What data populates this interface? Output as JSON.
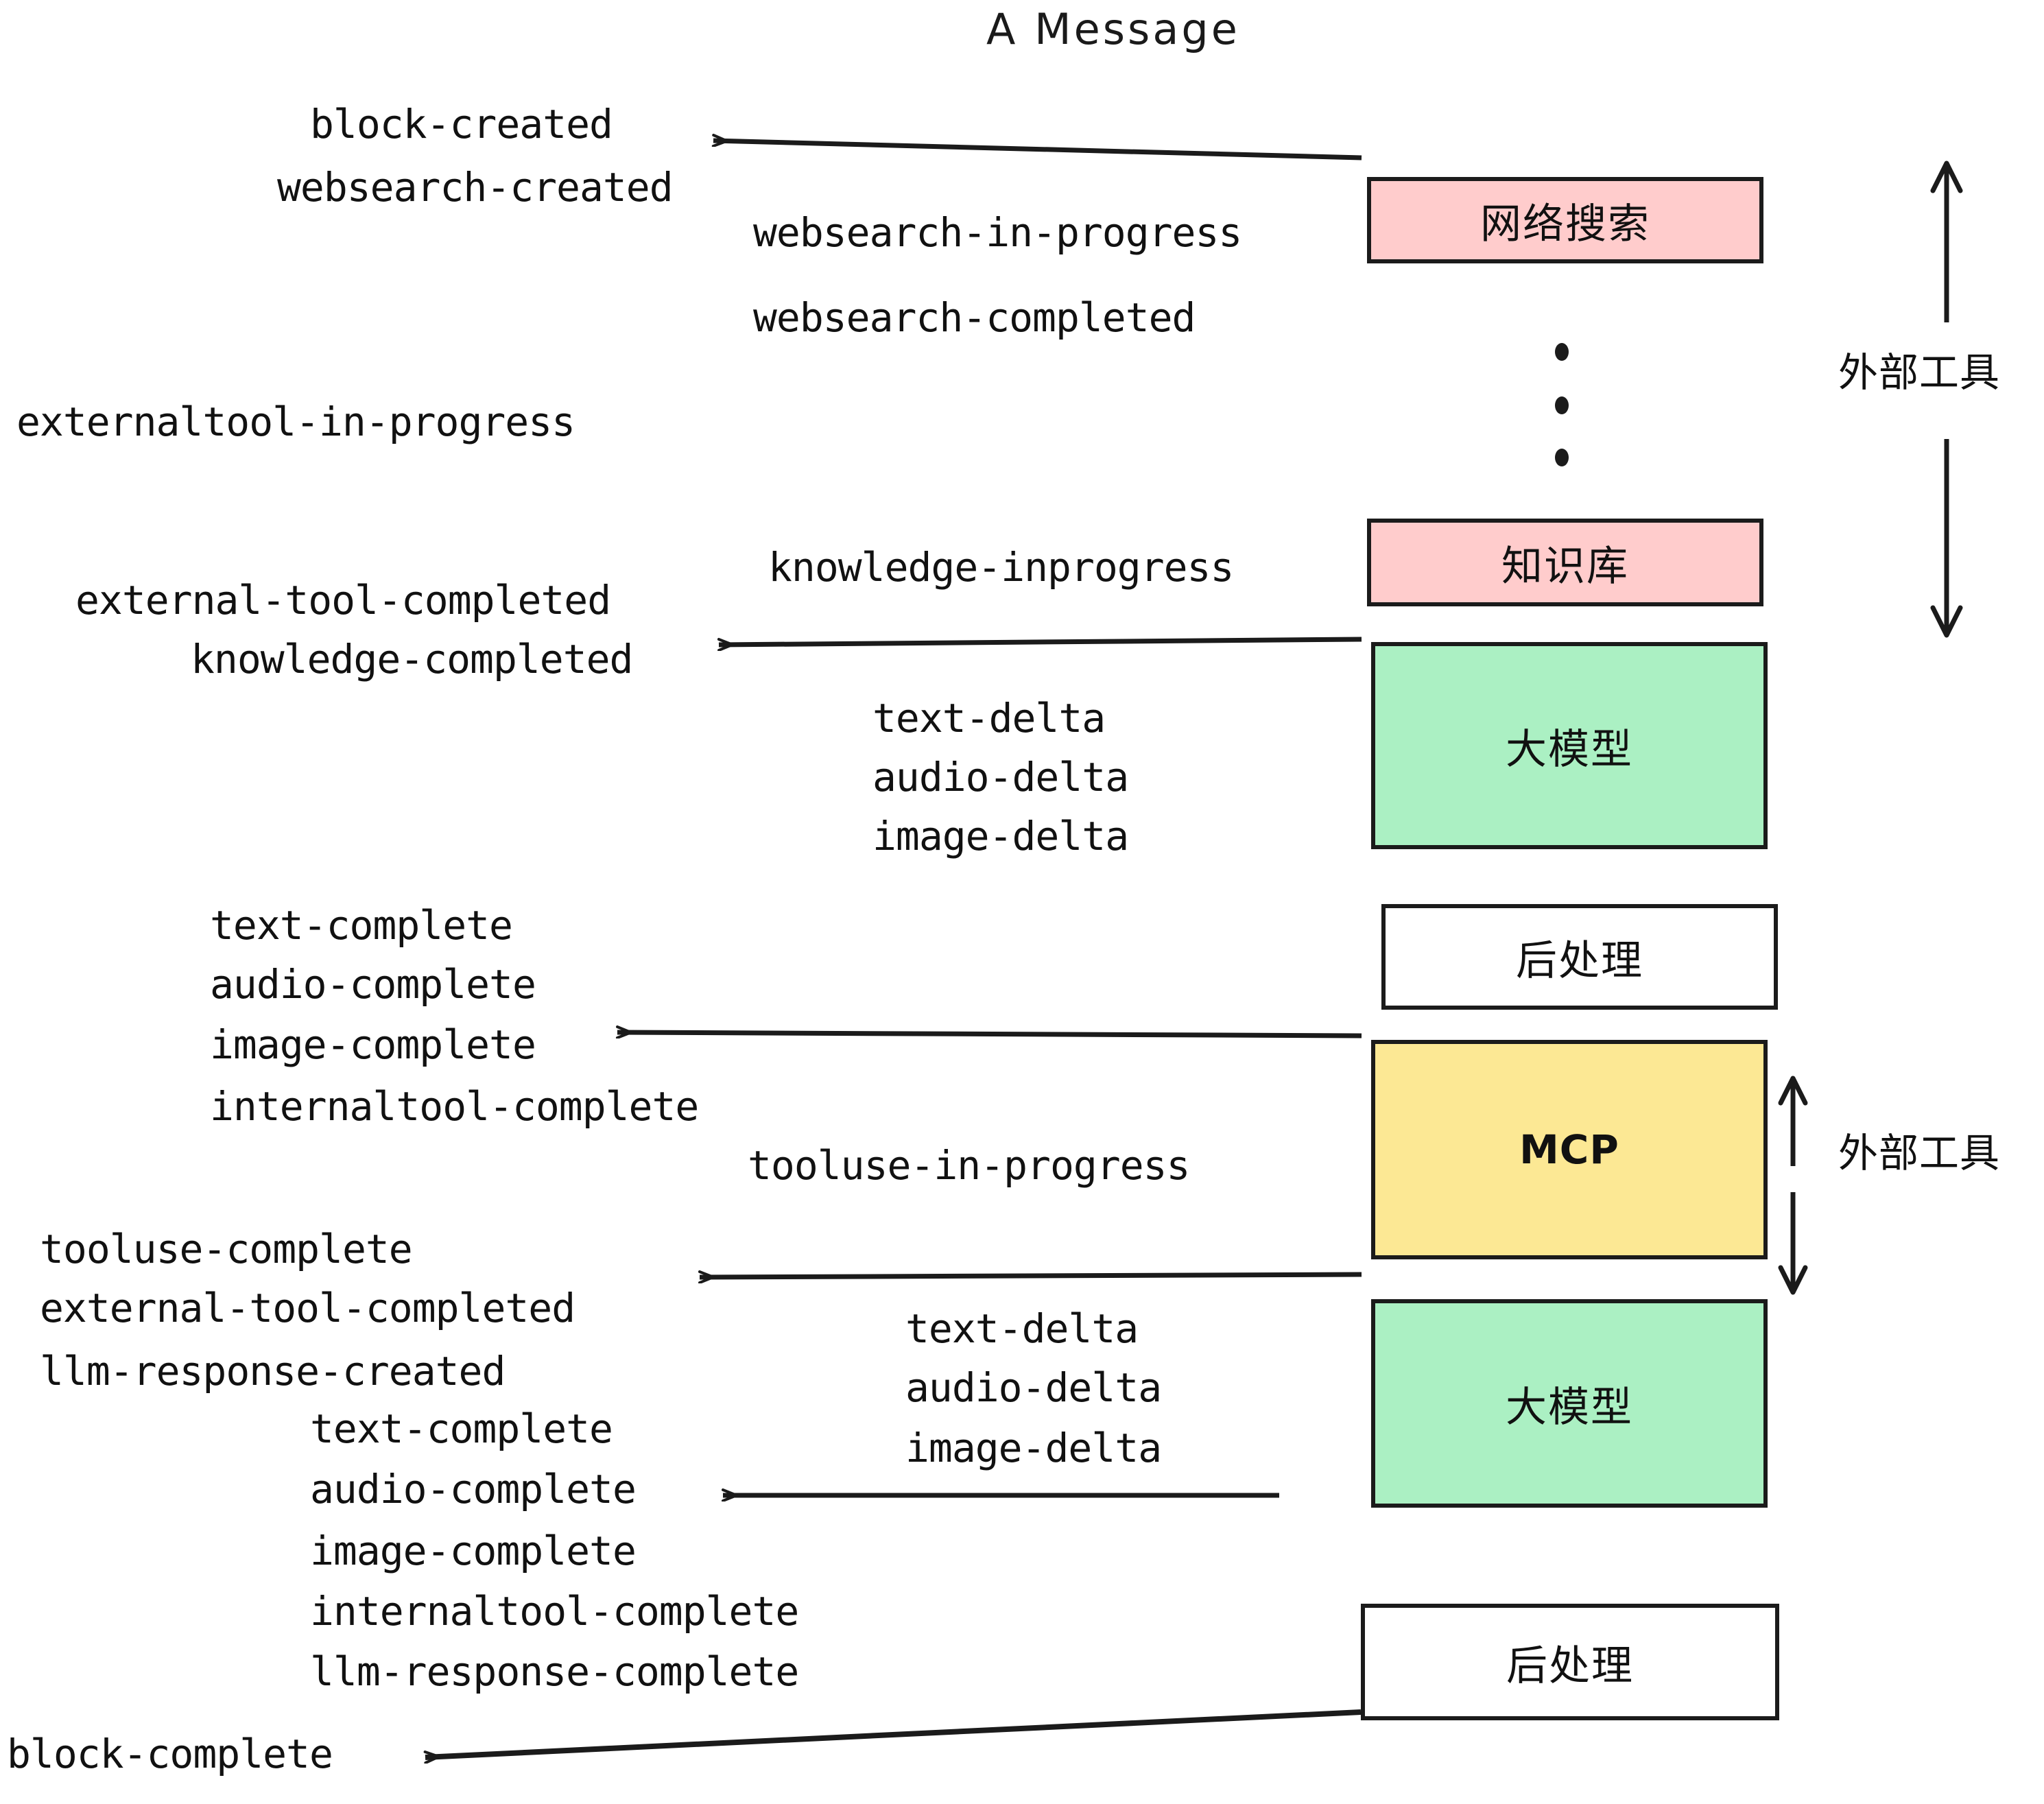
{
  "diagram": {
    "title": "A Message",
    "colors": {
      "pink": "#FFCCCC",
      "green": "#ABF0C3",
      "yellow": "#FCE894",
      "white": "#FFFFFF",
      "stroke": "#1B1B1B",
      "text": "#111111"
    }
  },
  "boxes": [
    {
      "id": "web-search",
      "label": "网络搜索",
      "fill": "pink"
    },
    {
      "id": "knowledge-base",
      "label": "知识库",
      "fill": "pink"
    },
    {
      "id": "llm-1",
      "label": "大模型",
      "fill": "green"
    },
    {
      "id": "postprocess-1",
      "label": "后处理",
      "fill": "white"
    },
    {
      "id": "mcp",
      "label": "MCP",
      "fill": "yellow"
    },
    {
      "id": "llm-2",
      "label": "大模型",
      "fill": "green"
    },
    {
      "id": "postprocess-2",
      "label": "后处理",
      "fill": "white"
    }
  ],
  "side_labels": [
    {
      "id": "external-tool-top",
      "label": "外部工具"
    },
    {
      "id": "external-tool-bottom",
      "label": "外部工具"
    }
  ],
  "events": [
    {
      "id": "e01",
      "text": "block-created"
    },
    {
      "id": "e02",
      "text": "websearch-created"
    },
    {
      "id": "e03",
      "text": "websearch-in-progress"
    },
    {
      "id": "e04",
      "text": "websearch-completed"
    },
    {
      "id": "e05",
      "text": "externaltool-in-progress"
    },
    {
      "id": "e06",
      "text": "knowledge-inprogress"
    },
    {
      "id": "e07",
      "text": "external-tool-completed"
    },
    {
      "id": "e08",
      "text": "knowledge-completed"
    },
    {
      "id": "e09",
      "text": "text-delta"
    },
    {
      "id": "e10",
      "text": "audio-delta"
    },
    {
      "id": "e11",
      "text": "image-delta"
    },
    {
      "id": "e12",
      "text": "text-complete"
    },
    {
      "id": "e13",
      "text": "audio-complete"
    },
    {
      "id": "e14",
      "text": "image-complete"
    },
    {
      "id": "e15",
      "text": "internaltool-complete"
    },
    {
      "id": "e16",
      "text": "tooluse-in-progress"
    },
    {
      "id": "e17",
      "text": "tooluse-complete"
    },
    {
      "id": "e18",
      "text": "external-tool-completed"
    },
    {
      "id": "e19",
      "text": "llm-response-created"
    },
    {
      "id": "e20",
      "text": "text-delta"
    },
    {
      "id": "e21",
      "text": "audio-delta"
    },
    {
      "id": "e22",
      "text": "image-delta"
    },
    {
      "id": "e23",
      "text": "text-complete"
    },
    {
      "id": "e24",
      "text": "audio-complete"
    },
    {
      "id": "e25",
      "text": "image-complete"
    },
    {
      "id": "e26",
      "text": "internaltool-complete"
    },
    {
      "id": "e27",
      "text": "llm-response-complete"
    },
    {
      "id": "e28",
      "text": "block-complete"
    }
  ]
}
